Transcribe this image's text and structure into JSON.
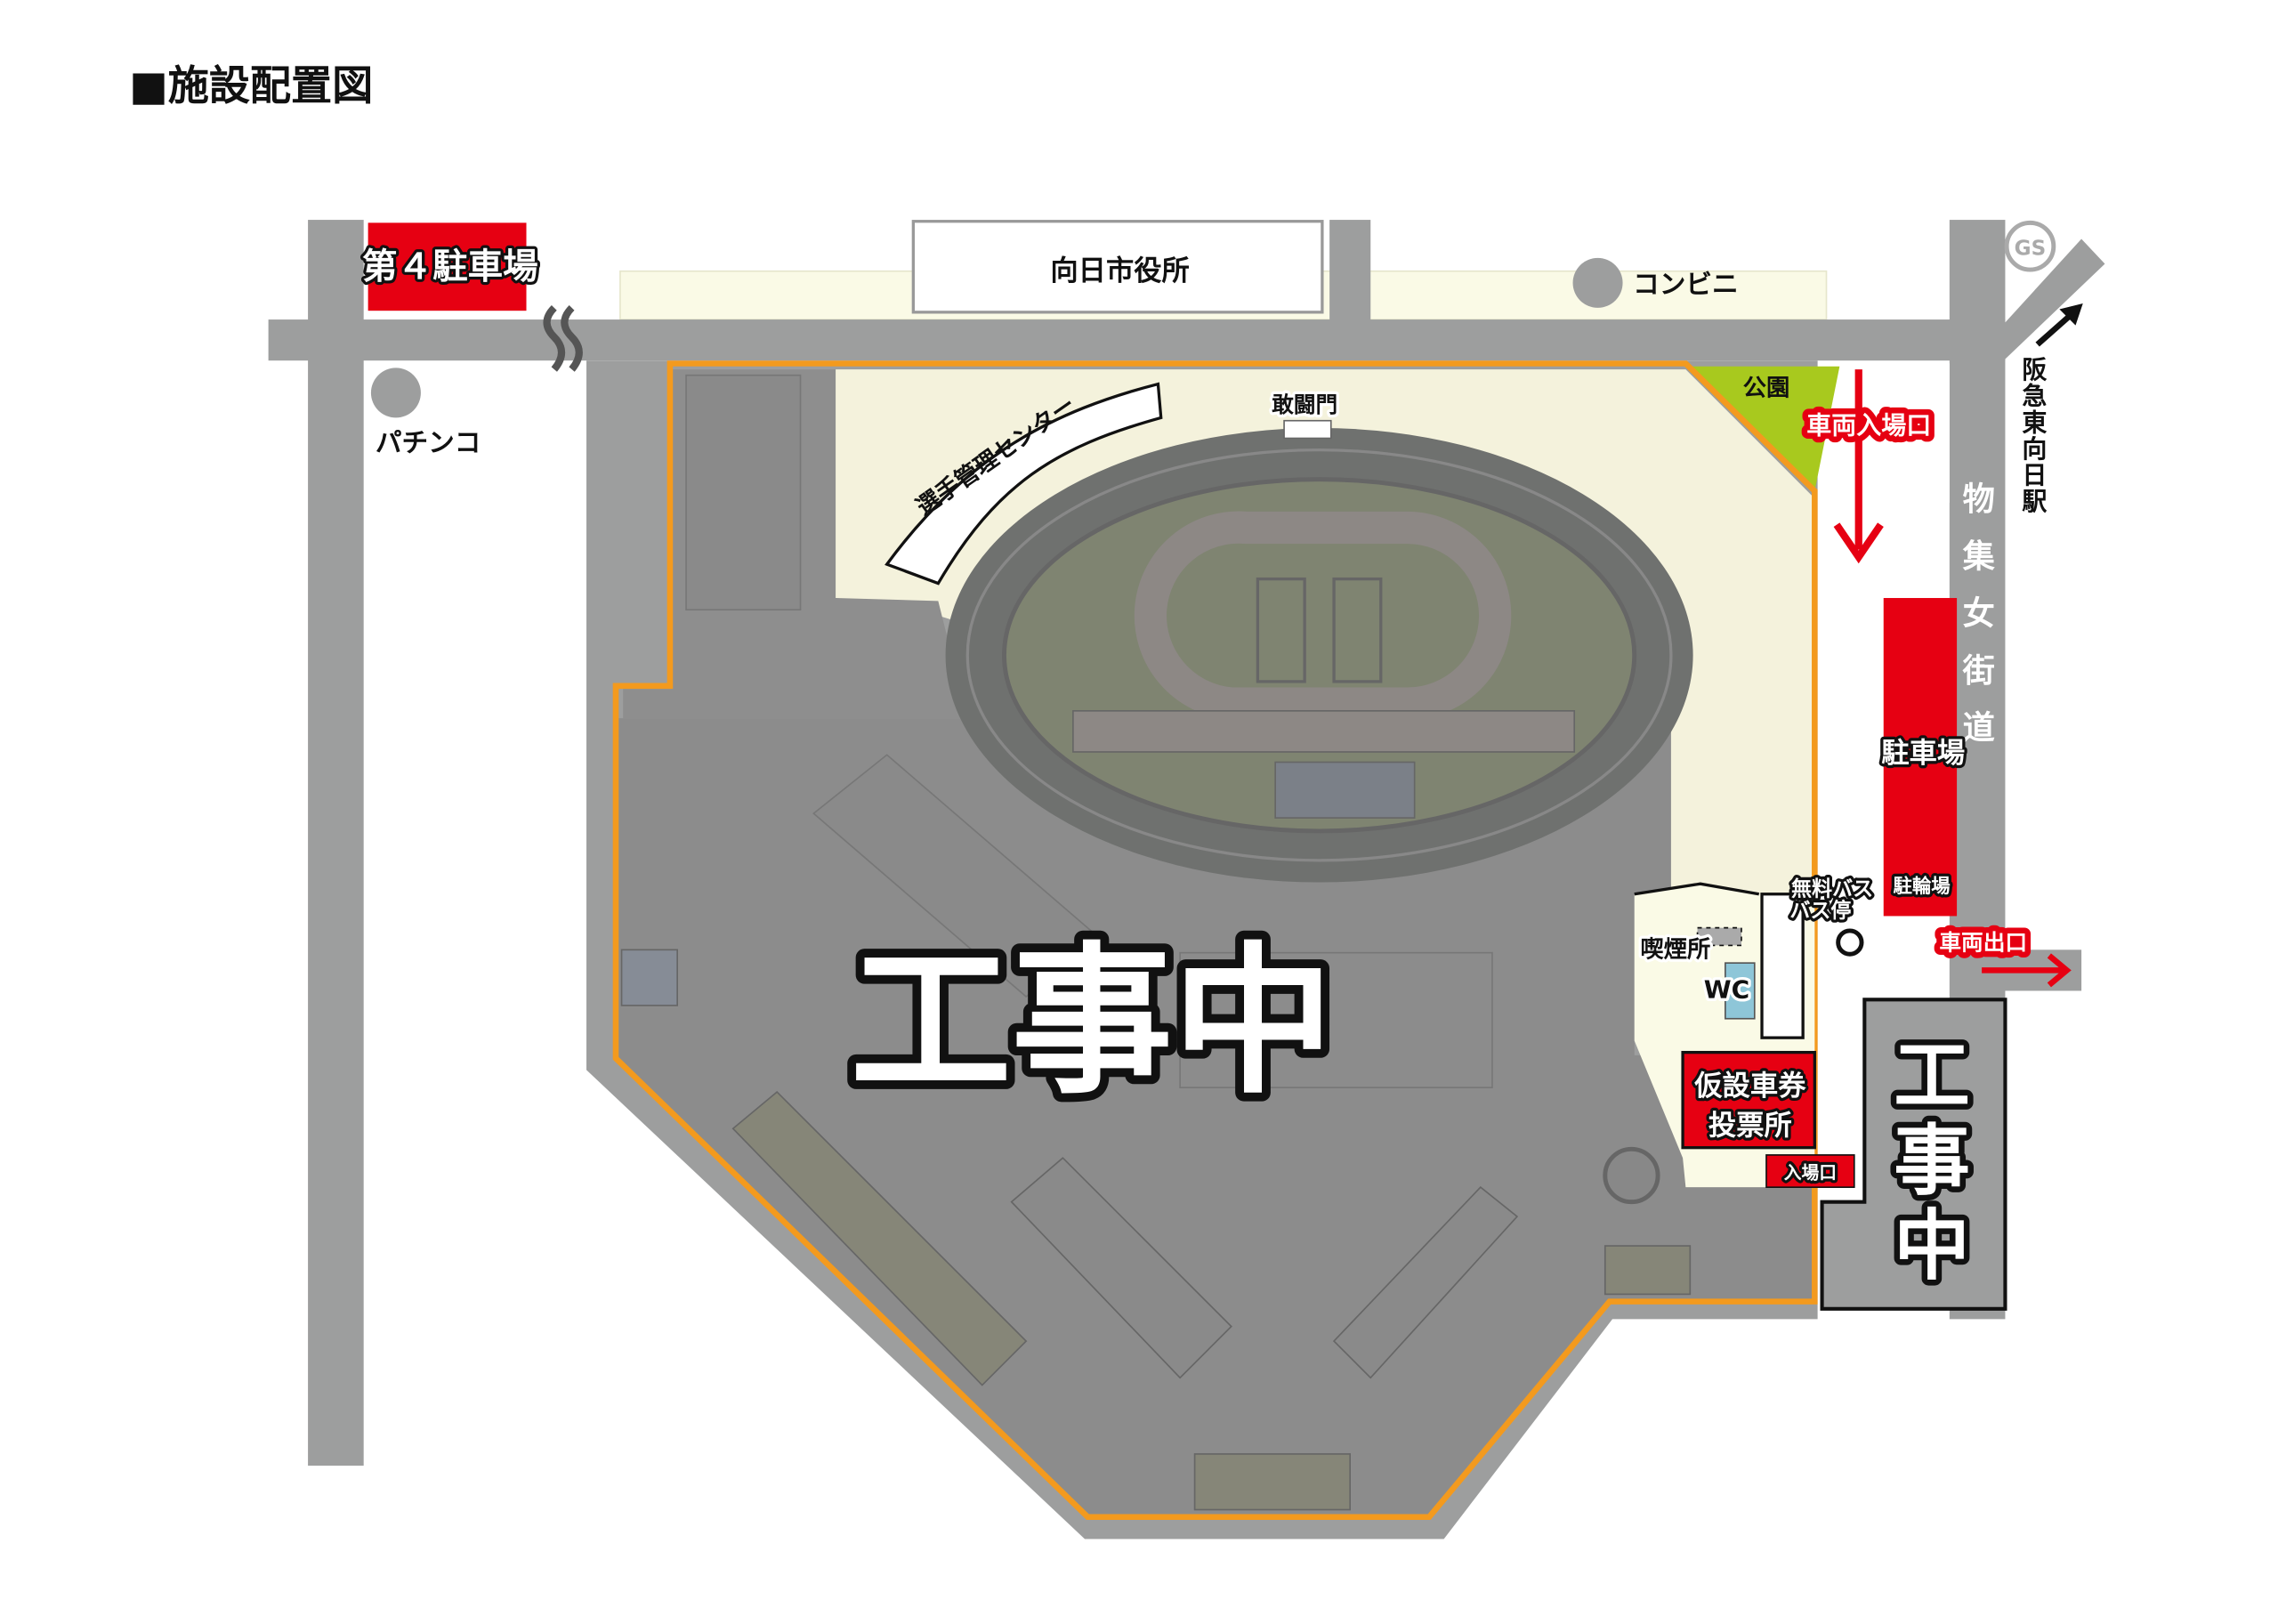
{
  "title": "■施設配置図",
  "labels": {
    "parking4": "第４駐車場",
    "city_hall": "向日市役所",
    "convenience": "コンビニ",
    "pachinko": "パチンコ",
    "gs": "GS",
    "station": [
      "阪",
      "急",
      "東",
      "向",
      "日",
      "駅"
    ],
    "street": [
      "物",
      "集",
      "女",
      "街",
      "道"
    ],
    "park": "公園",
    "vehicle_entrance": "車両入場口",
    "vehicle_exit": "車両出口",
    "parking": "駐車場",
    "bicycle_parking": "駐輪場",
    "free_bus": "無料バス",
    "bus_stop": "バス停",
    "smoking": "喫煙所",
    "wc": "WC",
    "ticket_line1": "仮設車券",
    "ticket_line2": "投票所",
    "entrance": "入場口",
    "gate": "敢闘門",
    "rider_center": "選手管理センター",
    "construction_main": "工事中",
    "construction_side": [
      "工",
      "事",
      "中"
    ]
  },
  "colors": {
    "road": "#9d9e9e",
    "facility": "#8c8c8c",
    "boundary": "#f39a1e",
    "red": "#e60012",
    "park": "#a8c91e",
    "cream": "#fafae6"
  }
}
